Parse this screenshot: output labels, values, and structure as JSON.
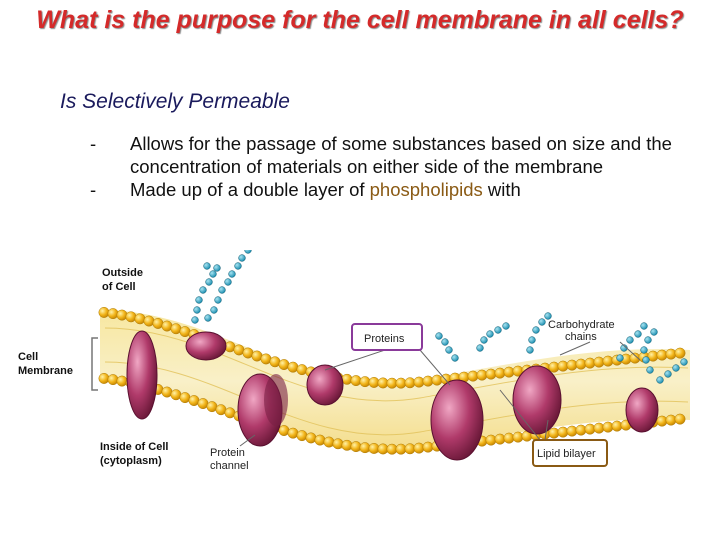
{
  "slide": {
    "title": "What is the purpose for the cell membrane in all cells?",
    "subtitle": "Is Selectively Permeable",
    "bullets": [
      {
        "dash": "-",
        "text": "Allows for the passage of some substances based on size and the concentration of materials on either side of the membrane"
      },
      {
        "dash": "-",
        "text_before": "Made up of a double layer of ",
        "highlight": "phospholipids",
        "text_after": " with"
      }
    ]
  },
  "diagram": {
    "labels": {
      "outside_line1": "Outside",
      "outside_line2": "of Cell",
      "membrane_line1": "Cell",
      "membrane_line2": "Membrane",
      "inside_line1": "Inside of Cell",
      "inside_line2": "(cytoplasm)",
      "channel_line1": "Protein",
      "channel_line2": "channel",
      "proteins": "Proteins",
      "carb_line1": "Carbohydrate",
      "carb_line2": "chains",
      "bilayer": "Lipid bilayer"
    },
    "colors": {
      "title": "#d42a2a",
      "head": "#f2b418",
      "protein": "#b03a6a",
      "carbohydrate": "#1e8fb0",
      "highlight": "#8a5a14",
      "label_box_proteins": "#8a3a9a",
      "label_box_bilayer": "#8a5a14"
    }
  }
}
